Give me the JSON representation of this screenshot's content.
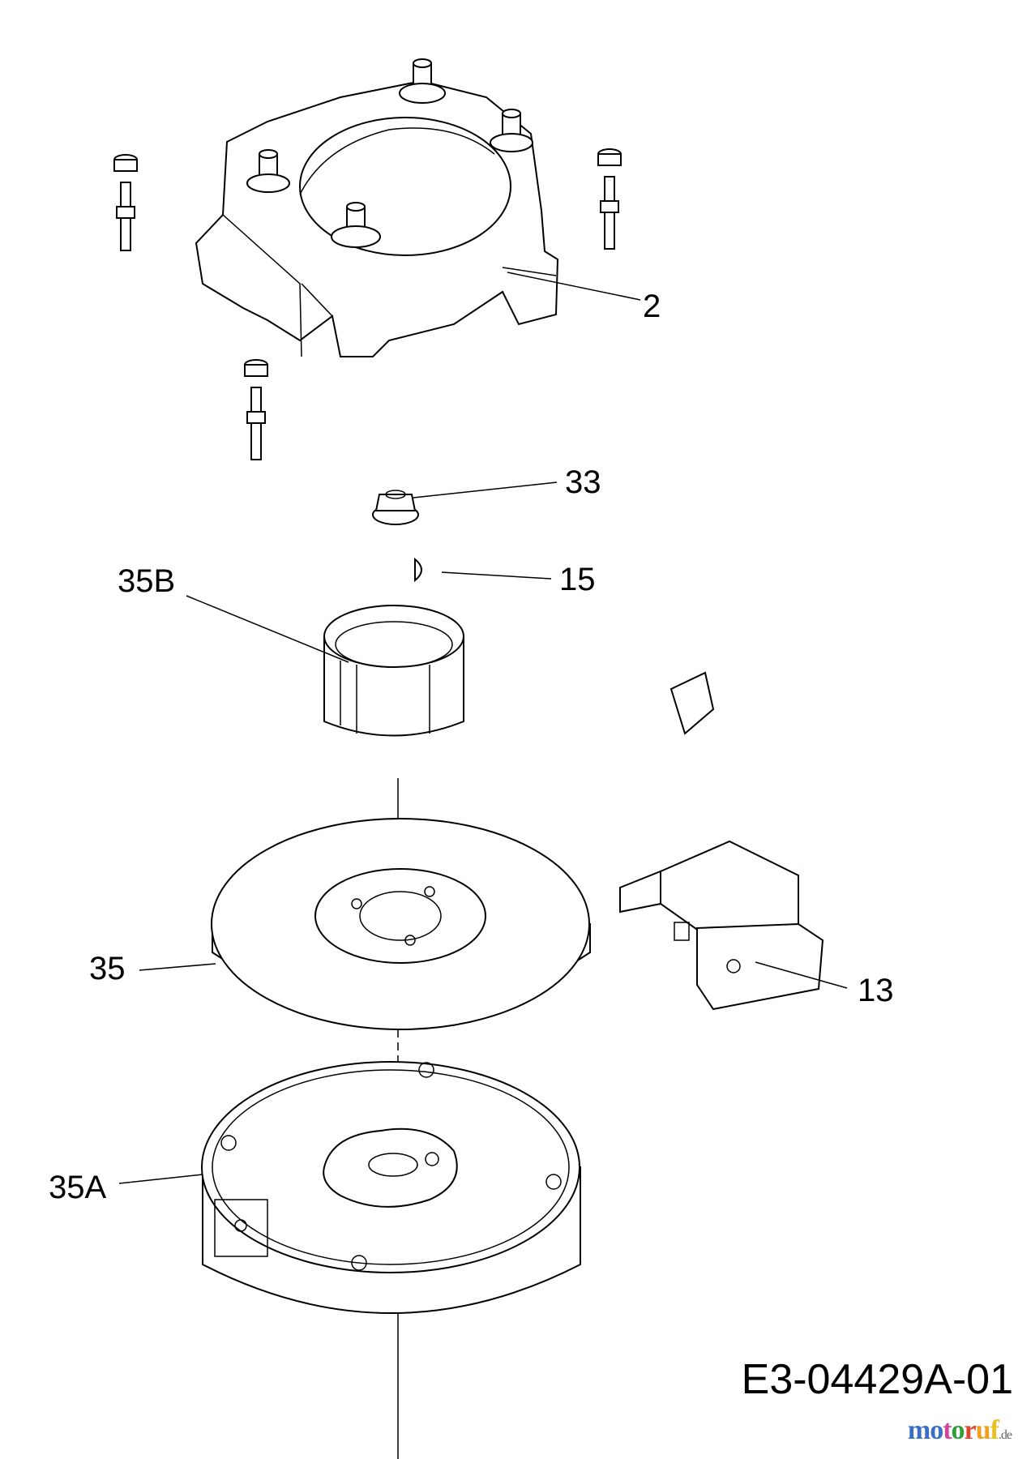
{
  "labels": {
    "shroud": "2",
    "nut": "33",
    "key": "15",
    "cup": "35B",
    "fan": "35",
    "ignition_coil": "13",
    "flywheel": "35A"
  },
  "drawing_number": "E3-04429A-01",
  "watermark": {
    "name": "motoruf",
    "tld": ".de",
    "letter_colors": [
      "#3a6fc4",
      "#3a6fc4",
      "#d2449a",
      "#2f9e3b",
      "#e0462f",
      "#f0a020",
      "#e8c020"
    ]
  }
}
